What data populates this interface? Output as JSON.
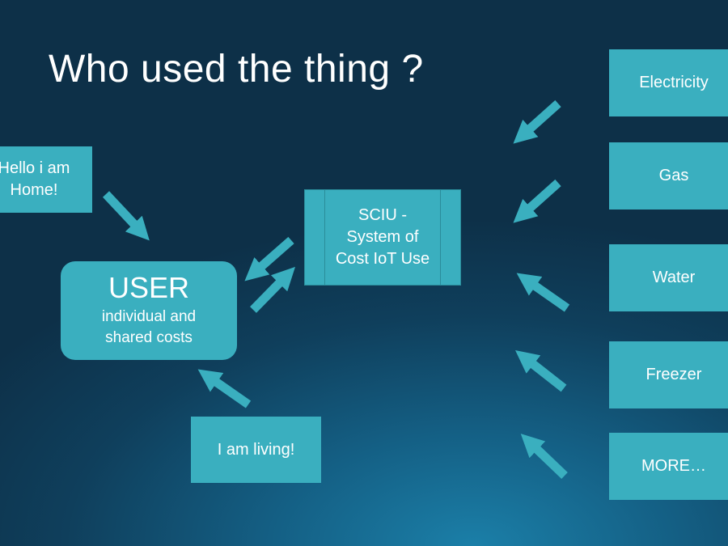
{
  "title": "Who used the thing ?",
  "hello_box": {
    "line1": "Hello i am",
    "line2": "Home!"
  },
  "user_box": {
    "heading": "USER",
    "line1": "individual and",
    "line2": "shared costs"
  },
  "sciu_box": {
    "line1": "SCIU -",
    "line2": "System of",
    "line3": "Cost IoT Use"
  },
  "living_box": {
    "label": "I am living!"
  },
  "sources": [
    {
      "label": "Electricity"
    },
    {
      "label": "Gas"
    },
    {
      "label": "Water"
    },
    {
      "label": "Freezer"
    },
    {
      "label": "MORE…"
    }
  ],
  "colors": {
    "box": "#3aafbf",
    "background": "#0f3f5c",
    "text": "#ffffff"
  }
}
